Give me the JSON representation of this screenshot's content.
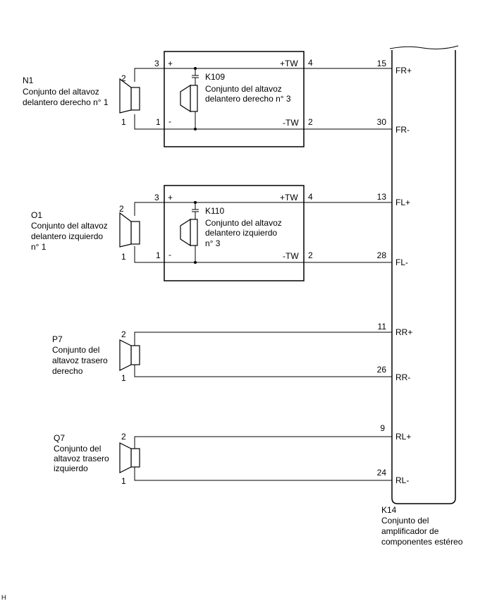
{
  "speakers": {
    "n1": {
      "id": "N1",
      "name": [
        "Conjunto del altavoz",
        "delantero derecho n° 1"
      ],
      "pin_pos": "2",
      "pin_neg": "1"
    },
    "o1": {
      "id": "O1",
      "name": [
        "Conjunto del altavoz",
        "delantero izquierdo",
        "n° 1"
      ],
      "pin_pos": "2",
      "pin_neg": "1"
    },
    "p7": {
      "id": "P7",
      "name": [
        "Conjunto del",
        "altavoz trasero",
        "derecho"
      ],
      "pin_pos": "2",
      "pin_neg": "1"
    },
    "q7": {
      "id": "Q7",
      "name": [
        "Conjunto del",
        "altavoz trasero",
        "izquierdo"
      ],
      "pin_pos": "2",
      "pin_neg": "1"
    }
  },
  "tweeters": {
    "k109": {
      "id": "K109",
      "name": [
        "Conjunto del altavoz",
        "delantero derecho n° 3"
      ],
      "pin_plus": "3",
      "sign_plus": "+",
      "pin_minus": "1",
      "sign_minus": "-",
      "out_plus": "+TW",
      "pin_out_plus": "4",
      "out_minus": "-TW",
      "pin_out_minus": "2"
    },
    "k110": {
      "id": "K110",
      "name": [
        "Conjunto del altavoz",
        "delantero izquierdo",
        "n° 3"
      ],
      "pin_plus": "3",
      "sign_plus": "+",
      "pin_minus": "1",
      "sign_minus": "-",
      "out_plus": "+TW",
      "pin_out_plus": "4",
      "out_minus": "-TW",
      "pin_out_minus": "2"
    }
  },
  "amplifier": {
    "id": "K14",
    "name": [
      "Conjunto del",
      "amplificador de",
      "componentes estéreo"
    ],
    "terminals": [
      {
        "pin": "15",
        "label": "FR+"
      },
      {
        "pin": "30",
        "label": "FR-"
      },
      {
        "pin": "13",
        "label": "FL+"
      },
      {
        "pin": "28",
        "label": "FL-"
      },
      {
        "pin": "11",
        "label": "RR+"
      },
      {
        "pin": "26",
        "label": "RR-"
      },
      {
        "pin": "9",
        "label": "RL+"
      },
      {
        "pin": "24",
        "label": "RL-"
      }
    ]
  },
  "footer_mark": "H"
}
